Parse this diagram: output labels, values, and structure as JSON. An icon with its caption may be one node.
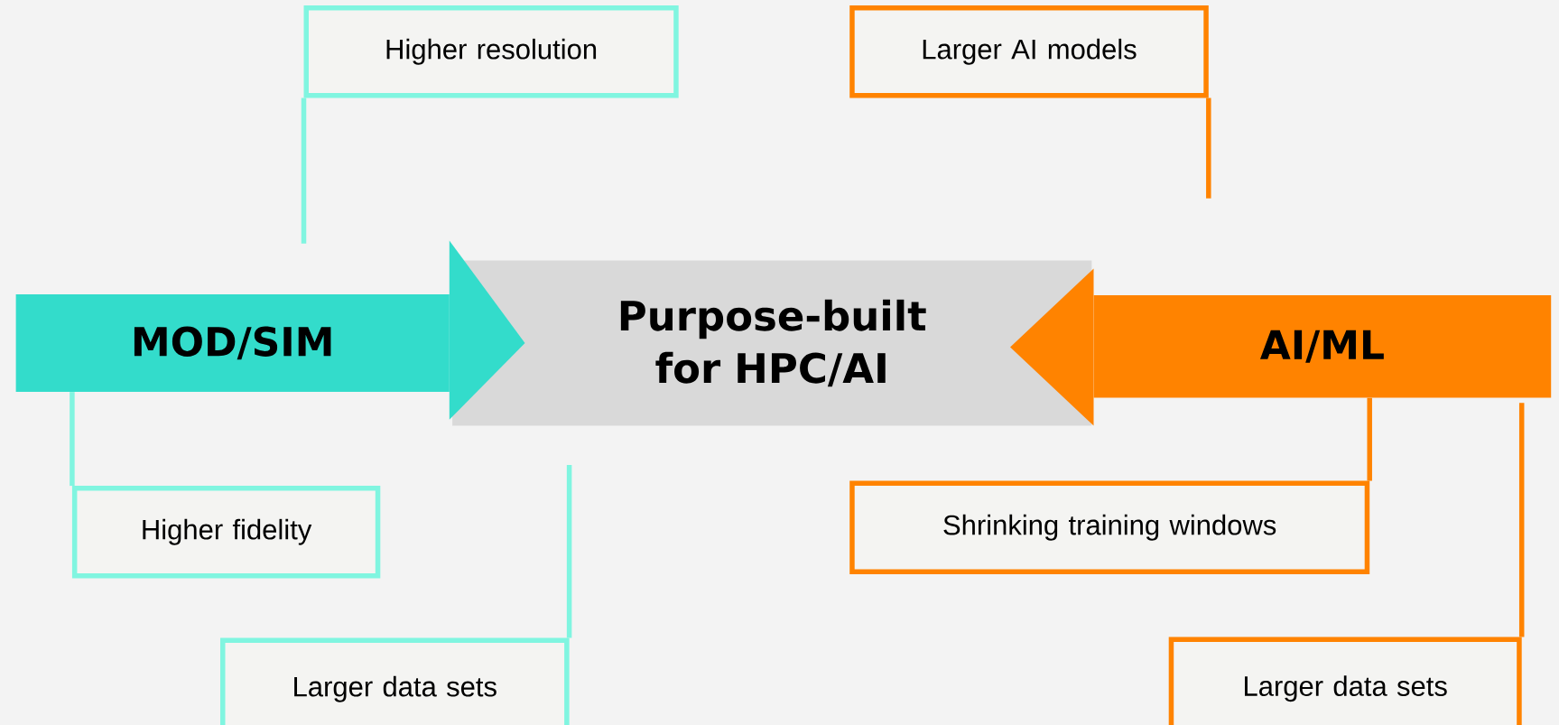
{
  "diagram": {
    "nodes": [
      {
        "text": [
          "Higher resolution"
        ]
      },
      {
        "text": [
          "Larger AI models"
        ]
      },
      {
        "text": [
          "MOD/SIM"
        ]
      },
      {
        "text": [
          "Purpose-built for HPC/AI"
        ]
      },
      {
        "text": [
          "AI/ML"
        ]
      },
      {
        "text": [
          "Higher fidelity"
        ]
      },
      {
        "text": [
          "Larger data sets"
        ]
      },
      {
        "text": [
          "Shrinking training windows"
        ]
      },
      {
        "text": [
          "Larger data sets"
        ]
      }
    ],
    "edges": [
      {
        "from": 0,
        "to": 2,
        "arrow": "none",
        "color": "#80f5e0"
      },
      {
        "from": 1,
        "to": null,
        "arrow": "none",
        "color": "#ff8300"
      },
      {
        "from": 2,
        "to": 5,
        "arrow": "none",
        "color": "#80f5e0"
      },
      {
        "from": 6,
        "to": null,
        "arrow": "none",
        "color": "#80f5e0"
      },
      {
        "from": 4,
        "to": 7,
        "arrow": "none",
        "color": "#ff8300"
      },
      {
        "from": 8,
        "to": 4,
        "arrow": "none",
        "color": "#ff8300"
      }
    ]
  }
}
